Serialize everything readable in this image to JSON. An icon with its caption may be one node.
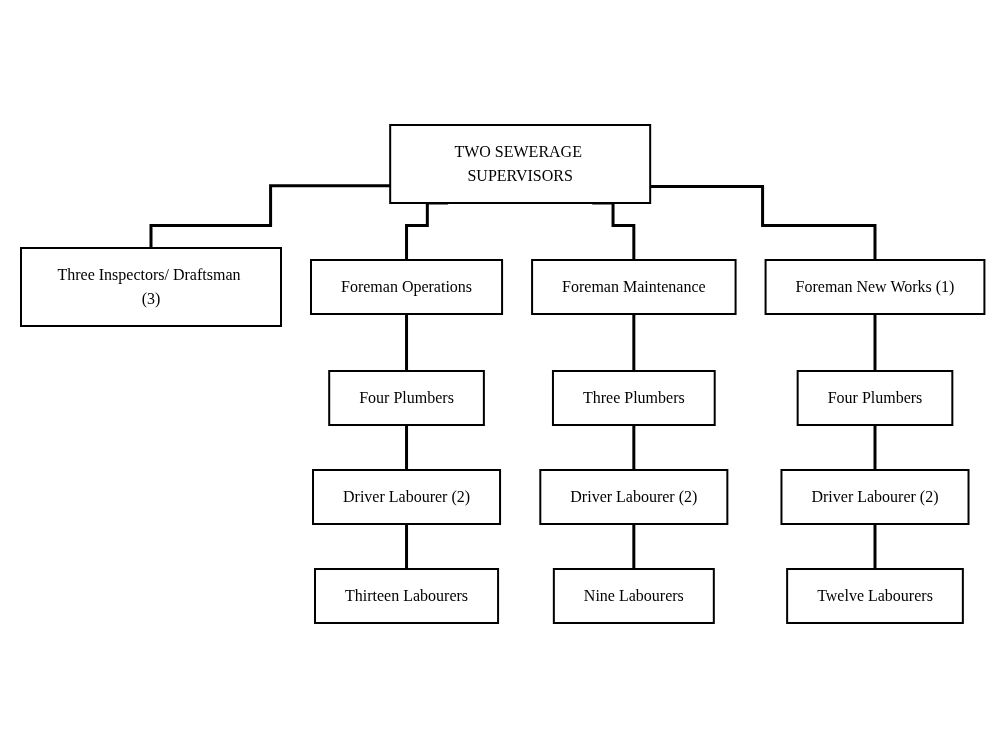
{
  "diagram": {
    "nodes": [
      {
        "text": [
          "TWO SEWERAGE SUPERVISORS"
        ]
      },
      {
        "text": [
          "Three Inspectors/ Draftsman (3)"
        ]
      },
      {
        "text": [
          "Foreman Operations"
        ]
      },
      {
        "text": [
          "Foreman Maintenance"
        ]
      },
      {
        "text": [
          "Foreman New Works (1)"
        ]
      },
      {
        "text": [
          "Four Plumbers"
        ]
      },
      {
        "text": [
          "Three Plumbers"
        ]
      },
      {
        "text": [
          "Four Plumbers"
        ]
      },
      {
        "text": [
          "Driver Labourer (2)"
        ]
      },
      {
        "text": [
          "Driver Labourer (2)"
        ]
      },
      {
        "text": [
          "Driver Labourer (2)"
        ]
      },
      {
        "text": [
          "Thirteen Labourers"
        ]
      },
      {
        "text": [
          "Nine Labourers"
        ]
      },
      {
        "text": [
          "Twelve Labourers"
        ]
      }
    ],
    "edges": [
      {
        "from": 0,
        "to": 1,
        "arrow": "none"
      },
      {
        "from": 0,
        "to": 2,
        "arrow": "none"
      },
      {
        "from": 0,
        "to": 3,
        "arrow": "none"
      },
      {
        "from": 0,
        "to": 4,
        "arrow": "none"
      },
      {
        "from": 2,
        "to": 5,
        "arrow": "none"
      },
      {
        "from": 3,
        "to": 6,
        "arrow": "none"
      },
      {
        "from": 4,
        "to": 7,
        "arrow": "none"
      },
      {
        "from": 5,
        "to": 8,
        "arrow": "none"
      },
      {
        "from": 6,
        "to": 9,
        "arrow": "none"
      },
      {
        "from": 7,
        "to": 10,
        "arrow": "none"
      },
      {
        "from": 8,
        "to": 11,
        "arrow": "none"
      },
      {
        "from": 9,
        "to": 12,
        "arrow": "none"
      },
      {
        "from": 10,
        "to": 13,
        "arrow": "none"
      }
    ]
  }
}
